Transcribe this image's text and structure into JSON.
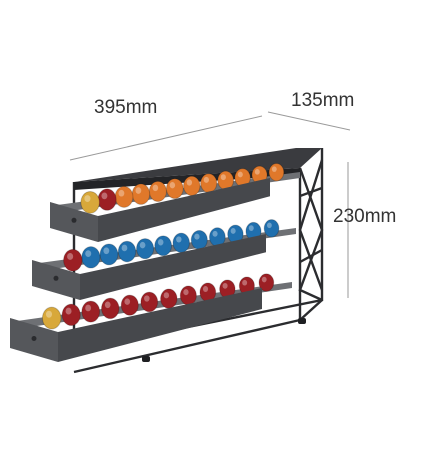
{
  "dimensions": {
    "width": "395mm",
    "depth": "135mm",
    "height": "230mm"
  },
  "colors": {
    "background": "#ffffff",
    "frame": "#2b2c2f",
    "drawer_top": "#6e7074",
    "drawer_front": "#55575b",
    "capsule_orange": "#e0782a",
    "capsule_blue": "#1f6fae",
    "capsule_red": "#9c1f24",
    "capsule_gold": "#d8a83a",
    "dimension_line": "#9a9a9a"
  },
  "drawers": [
    {
      "name": "top-drawer",
      "capsules": [
        "gold",
        "red",
        "orange",
        "orange",
        "orange",
        "orange",
        "orange",
        "orange",
        "orange",
        "orange",
        "orange",
        "orange"
      ]
    },
    {
      "name": "middle-drawer",
      "capsules": [
        "red",
        "blue",
        "blue",
        "blue",
        "blue",
        "blue",
        "blue",
        "blue",
        "blue",
        "blue",
        "blue",
        "blue"
      ]
    },
    {
      "name": "bottom-drawer",
      "capsules": [
        "gold",
        "red",
        "red",
        "red",
        "red",
        "red",
        "red",
        "red",
        "red",
        "red",
        "red",
        "red"
      ]
    }
  ]
}
